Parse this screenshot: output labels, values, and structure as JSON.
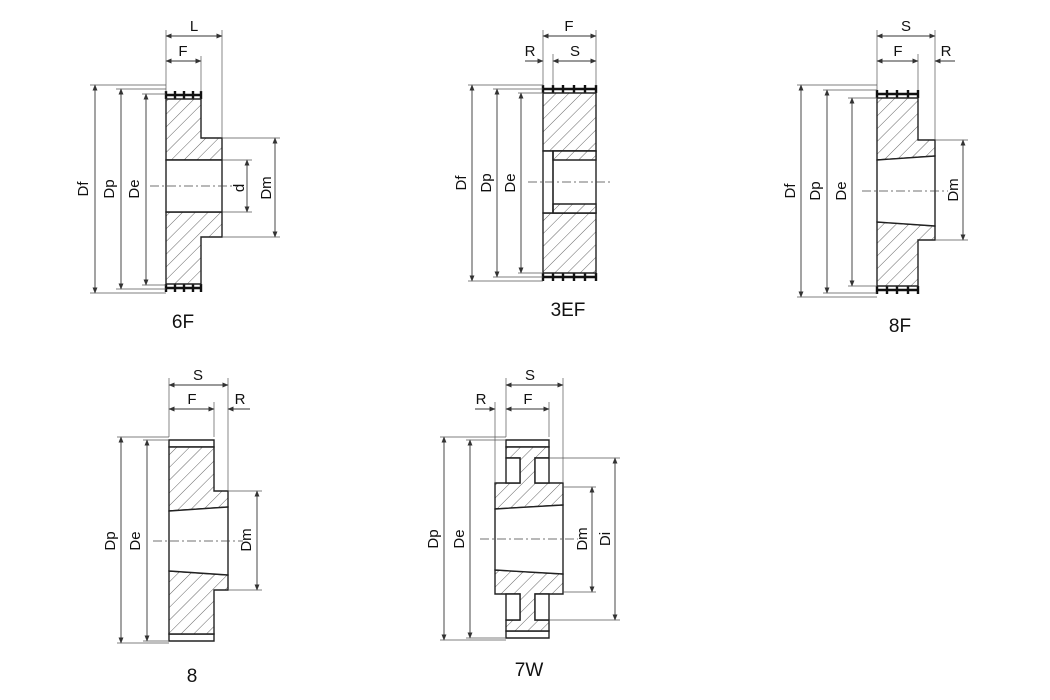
{
  "figures": [
    {
      "id": "6F",
      "caption": "6F",
      "labels": {
        "top1": "L",
        "top2": "F",
        "left1": "Df",
        "left2": "Dp",
        "left3": "De",
        "right1": "d",
        "right2": "Dm"
      }
    },
    {
      "id": "3EF",
      "caption": "3EF",
      "labels": {
        "top1": "F",
        "top2a": "R",
        "top2b": "S",
        "left1": "Df",
        "left2": "Dp",
        "left3": "De"
      }
    },
    {
      "id": "8F",
      "caption": "8F",
      "labels": {
        "top1": "S",
        "top2a": "F",
        "top2b": "R",
        "left1": "Df",
        "left2": "Dp",
        "left3": "De",
        "right1": "Dm"
      }
    },
    {
      "id": "8",
      "caption": "8",
      "labels": {
        "top1": "S",
        "top2a": "F",
        "top2b": "R",
        "left1": "Dp",
        "left2": "De",
        "right1": "Dm"
      }
    },
    {
      "id": "7W",
      "caption": "7W",
      "labels": {
        "top1": "S",
        "top2a": "R",
        "top2b": "F",
        "left1": "Dp",
        "left2": "De",
        "right1": "Dm",
        "right2": "Di"
      }
    }
  ]
}
